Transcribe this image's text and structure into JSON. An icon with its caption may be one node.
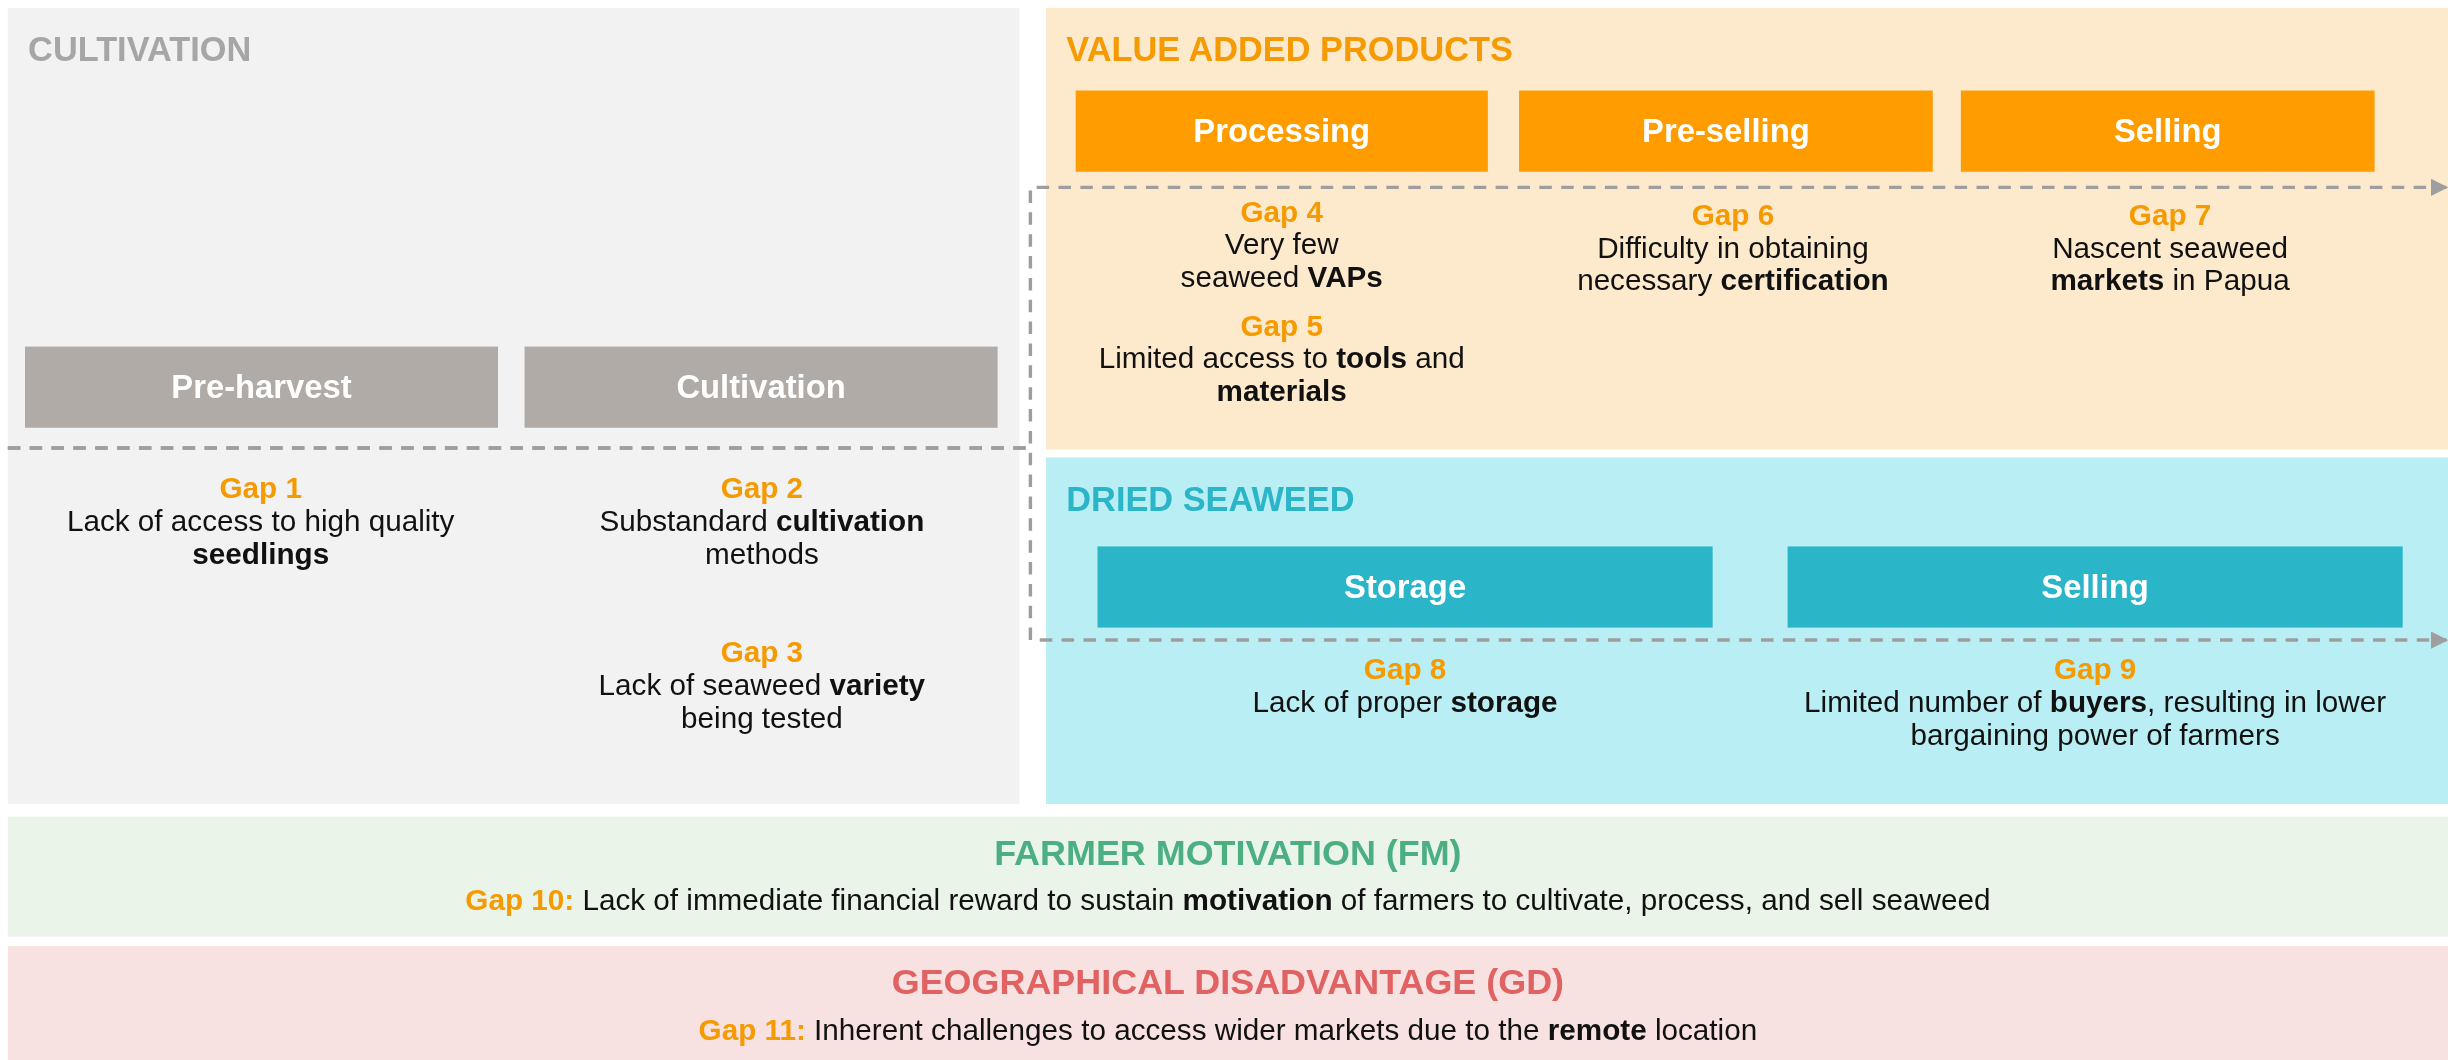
{
  "diagram": {
    "nodes": [
      {
        "text": [
          "CULTIVATION"
        ]
      },
      {
        "text": [
          "Pre-harvest"
        ],
        "in": 0
      },
      {
        "text": [
          "Cultivation"
        ],
        "in": 0
      },
      {
        "text": [
          "Gap 1",
          "Lack of access to high quality **seedlings**"
        ],
        "in": 0
      },
      {
        "text": [
          "Gap 2",
          "Substandard **cultivation** methods"
        ],
        "in": 0
      },
      {
        "text": [
          "Gap 3",
          "Lack of seaweed **variety** being tested"
        ],
        "in": 0
      },
      {
        "text": [
          "VALUE ADDED PRODUCTS"
        ]
      },
      {
        "text": [
          "Processing"
        ],
        "in": 6
      },
      {
        "text": [
          "Pre-selling"
        ],
        "in": 6
      },
      {
        "text": [
          "Selling"
        ],
        "in": 6
      },
      {
        "text": [
          "Gap 4",
          "Very few seaweed **VAPs**"
        ],
        "in": 6
      },
      {
        "text": [
          "Gap 5",
          "Limited access to **tools** and **materials**"
        ],
        "in": 6
      },
      {
        "text": [
          "Gap 6",
          "Difficulty in obtaining necessary **certification**"
        ],
        "in": 6
      },
      {
        "text": [
          "Gap 7",
          "Nascent seaweed **markets** in Papua"
        ],
        "in": 6
      },
      {
        "text": [
          "DRIED SEAWEED"
        ]
      },
      {
        "text": [
          "Storage"
        ],
        "in": 14
      },
      {
        "text": [
          "Selling"
        ],
        "in": 14
      },
      {
        "text": [
          "Gap 8",
          "Lack of proper **storage**"
        ],
        "in": 14
      },
      {
        "text": [
          "Gap 9",
          "Limited number of **buyers**, resulting in lower bargaining power of farmers"
        ],
        "in": 14
      },
      {
        "text": [
          "FARMER MOTIVATION (FM)",
          "Gap 10:",
          "Lack of immediate financial reward to sustain **motivation** of farmers to cultivate, process, and sell seaweed"
        ]
      },
      {
        "text": [
          "GEOGRAPHICAL DISADVANTAGE (GD)",
          "Gap 11:",
          "Inherent challenges to access wider markets due to the **remote** location"
        ]
      }
    ],
    "edges": [
      {
        "from": 0,
        "to": 6,
        "arrow": "to",
        "style": "dashed"
      },
      {
        "from": 0,
        "to": 14,
        "arrow": "to",
        "style": "dashed"
      }
    ]
  }
}
